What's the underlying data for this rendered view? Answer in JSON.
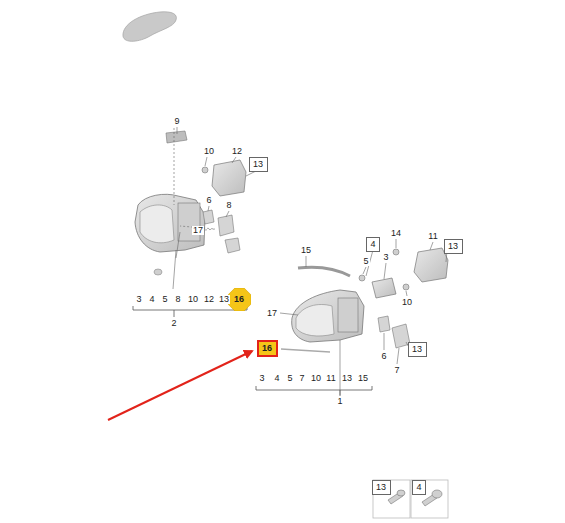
{
  "diagram": {
    "nodes": [
      {
        "text": [
          "13"
        ]
      },
      {
        "text": [
          "4"
        ]
      },
      {
        "text": [
          "13"
        ]
      },
      {
        "text": [
          "16"
        ]
      },
      {
        "text": [
          "16"
        ]
      },
      {
        "text": [
          "13"
        ]
      },
      {
        "text": [
          "13"
        ]
      },
      {
        "text": [
          "4"
        ]
      }
    ],
    "labels": [
      "9",
      "10",
      "12",
      "6",
      "8",
      "17",
      "14",
      "11",
      "15",
      "3",
      "5",
      "3",
      "4",
      "5",
      "8",
      "10",
      "12",
      "13",
      "10",
      "17",
      "2",
      "6",
      "7",
      "3",
      "4",
      "5",
      "7",
      "10",
      "11",
      "13",
      "15",
      "1"
    ]
  }
}
